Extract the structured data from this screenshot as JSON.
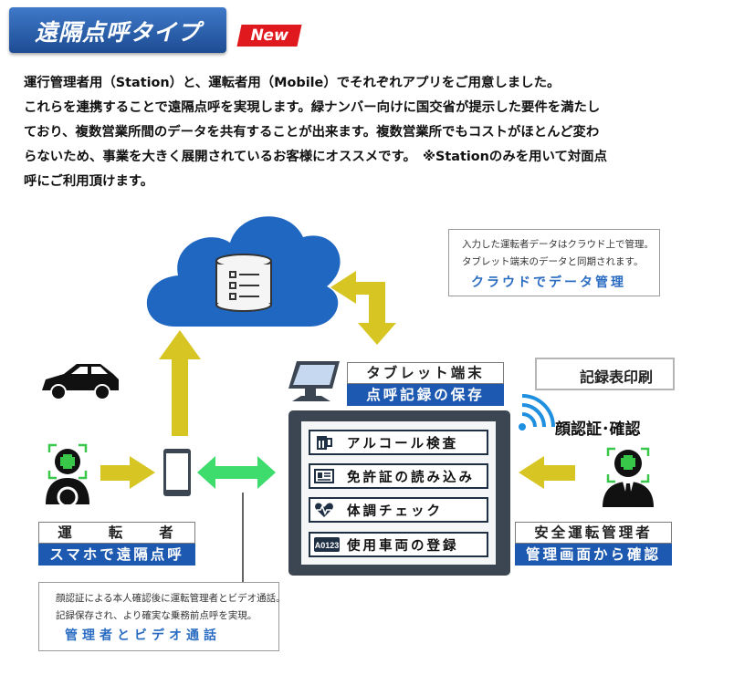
{
  "header": {
    "title": "遠隔点呼タイプ",
    "badge": "New"
  },
  "intro": {
    "lines": [
      "運行管理者用（Station）と、運転者用（Mobile）でそれぞれアプリをご用意しました。",
      "これらを連携することで遠隔点呼を実現します。緑ナンバー向けに国交省が提示した要件を満たし",
      "ており、複数営業所間のデータを共有することが出来ます。複数営業所でもコストがほとんど変わ",
      "らないため、事業を大きく展開されているお客様にオススメです。　※Stationのみを用いて対面点",
      "呼にご利用頂けます。"
    ]
  },
  "cloud_callout": {
    "line1": "入力した運転者データはクラウド上で管理。",
    "line2": "タブレット端末のデータと同期されます。",
    "highlight": "クラウドでデータ管理"
  },
  "tablet": {
    "label_top": "タブレット端末",
    "label_bottom": "点呼記録の保存"
  },
  "print_button": {
    "label": "記録表印刷",
    "icon": "printer-icon"
  },
  "face_auth": {
    "label": "顔認証･確認",
    "icon": "wifi-icon"
  },
  "menu": {
    "items": [
      {
        "label": "アルコール検査",
        "icon": "beer-icon"
      },
      {
        "label": "免許証の読み込み",
        "icon": "license-card-icon"
      },
      {
        "label": "体調チェック",
        "icon": "heart-pulse-icon"
      },
      {
        "label": "使用車両の登録",
        "icon": "license-plate-icon",
        "plate_text": "A0123"
      }
    ]
  },
  "driver": {
    "label_top": "運　　転　　者",
    "label_bottom": "スマホで遠隔点呼"
  },
  "manager": {
    "label_top": "安全運転管理者",
    "label_bottom": "管理画面から確認"
  },
  "video_callout": {
    "line1": "顔認証による本人確認後に運転管理者とビデオ通話。",
    "line2": "記録保存され、より確実な乗務前点呼を実現。",
    "highlight": "管理者とビデオ通話"
  },
  "colors": {
    "banner": "#1d4c93",
    "badge": "#e0191e",
    "arrow": "#d6c522",
    "arrow_green": "#3ddc6c",
    "cloud": "#1f67c1",
    "label_blue": "#1d59b0",
    "device": "#3c4653",
    "face_frame": "#39c74a"
  }
}
